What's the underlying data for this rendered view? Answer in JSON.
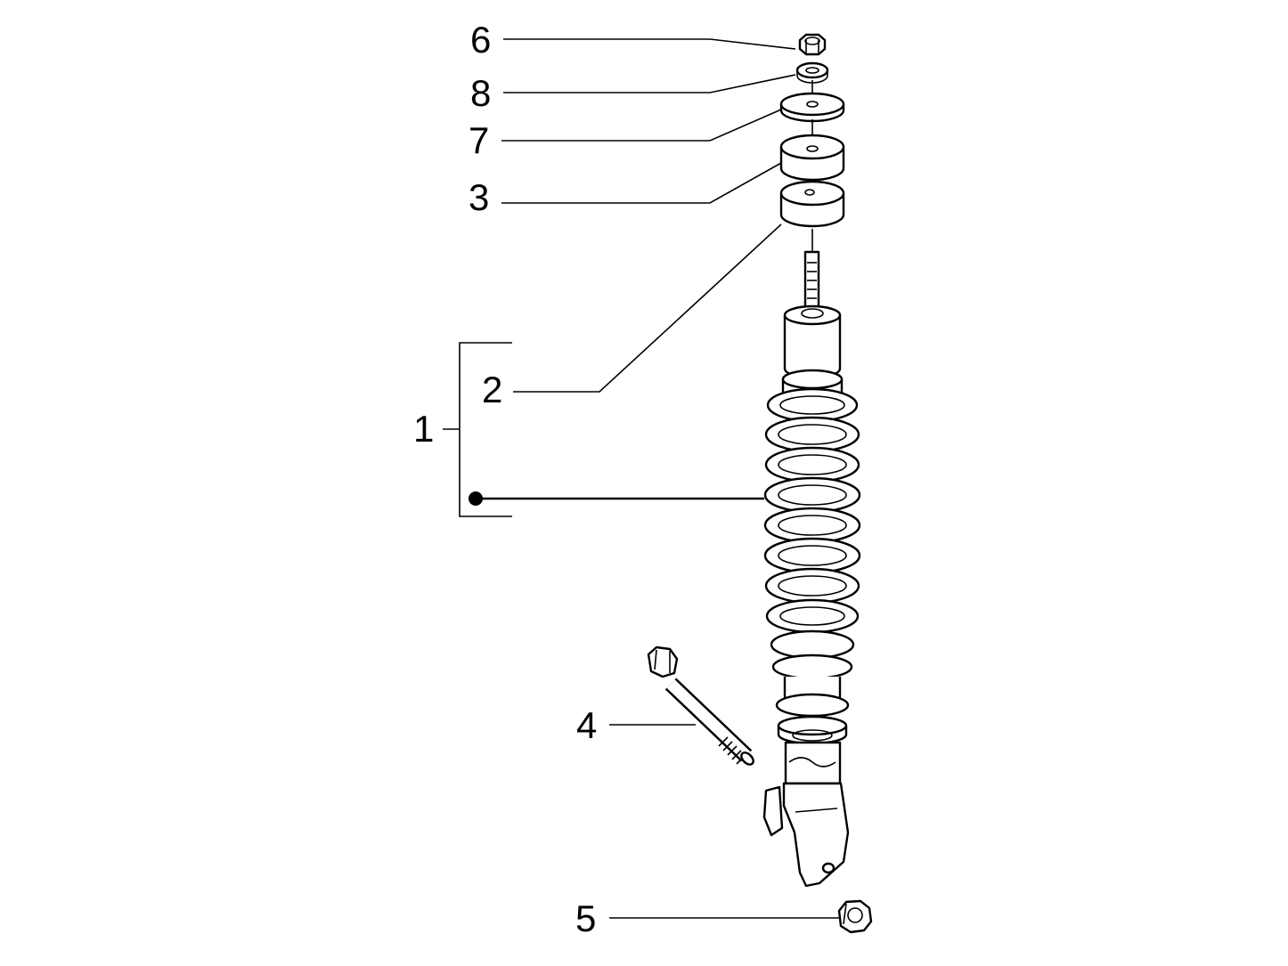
{
  "callouts": [
    {
      "id": "6",
      "label": "6"
    },
    {
      "id": "8",
      "label": "8"
    },
    {
      "id": "7",
      "label": "7"
    },
    {
      "id": "3",
      "label": "3"
    },
    {
      "id": "2",
      "label": "2"
    },
    {
      "id": "1",
      "label": "1"
    },
    {
      "id": "4",
      "label": "4"
    },
    {
      "id": "5",
      "label": "5"
    }
  ],
  "parts": {
    "nut_top": "hex-nut",
    "washer_small": "washer",
    "washer_large": "flat-washer",
    "bushing_upper": "rubber-bushing",
    "bushing_lower": "rubber-bushing",
    "shock_absorber": "shock-absorber-with-coil-spring",
    "bolt": "hex-bolt",
    "nut_bottom": "hex-nut"
  }
}
